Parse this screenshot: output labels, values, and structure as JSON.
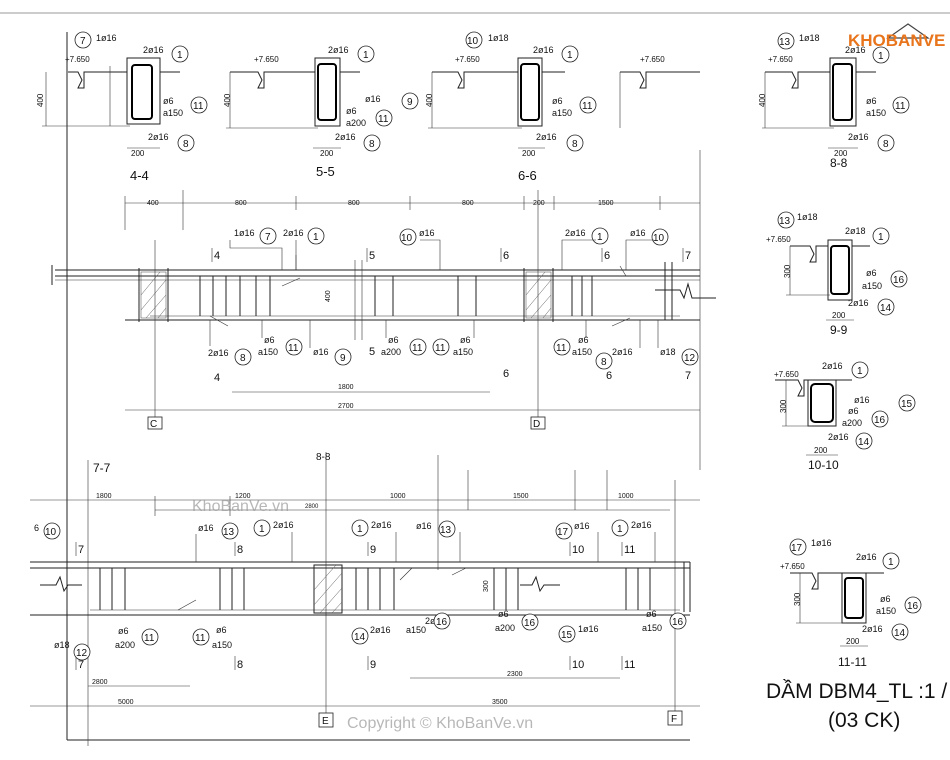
{
  "brand": {
    "name": "KHOBANVE",
    "watermark_mid": "KhoBanVe.vn",
    "copyright": "Copyright © KhoBanVe.vn",
    "accent": "#e8741c",
    "accent2": "#333333"
  },
  "title": {
    "line1": "DẦM DBM4_TL :1 /",
    "line2": "(03  CK)"
  },
  "sections": {
    "s44": {
      "label": "4-4",
      "bar_top": "1ø16",
      "bar_top_id": "7",
      "bar_a": "2ø16",
      "bar_a_id": "1",
      "stirrup": "ø6",
      "spacing": "a150",
      "stirrup_id": "11",
      "bar_b": "2ø16",
      "bar_b_id": "8",
      "dim_h": "400",
      "dim_w": "200",
      "level": "+7.650"
    },
    "s55": {
      "label": "5-5",
      "bar_a": "2ø16",
      "bar_a_id": "1",
      "bar_mid": "ø16",
      "bar_mid_id": "9",
      "stirrup": "ø6",
      "spacing": "a200",
      "stirrup_id": "11",
      "bar_b": "2ø16",
      "bar_b_id": "8",
      "dim_h": "400",
      "dim_w": "200",
      "level": "+7.650"
    },
    "s66": {
      "label": "6-6",
      "bar_top": "1ø18",
      "bar_top_id": "10",
      "bar_a": "2ø16",
      "bar_a_id": "1",
      "stirrup": "ø6",
      "spacing": "a150",
      "stirrup_id": "11",
      "bar_b": "2ø16",
      "bar_b_id": "8",
      "dim_h": "400",
      "dim_w": "200",
      "level": "+7.650"
    },
    "s77": {
      "level": "+7.650"
    },
    "s88": {
      "label": "8-8",
      "bar_top": "1ø18",
      "bar_top_id": "13",
      "bar_a": "2ø16",
      "bar_a_id": "1",
      "stirrup": "ø6",
      "spacing": "a150",
      "stirrup_id": "11",
      "bar_b": "2ø16",
      "bar_b_id": "8",
      "dim_h": "400",
      "dim_w": "200",
      "level": "+7.650"
    },
    "s99": {
      "label": "9-9",
      "bar_top": "1ø18",
      "bar_top_id": "13",
      "bar_a": "2ø18",
      "bar_a_id": "1",
      "stirrup": "ø6",
      "spacing": "a150",
      "stirrup_id": "16",
      "bar_b": "2ø16",
      "bar_b_id": "14",
      "dim_h": "300",
      "dim_w": "200",
      "level": "+7.650"
    },
    "s1010": {
      "label": "10-10",
      "bar_a": "2ø16",
      "bar_a_id": "1",
      "bar_mid": "ø16",
      "bar_mid_id": "15",
      "stirrup": "ø6",
      "spacing": "a200",
      "stirrup_id": "16",
      "bar_b": "2ø16",
      "bar_b_id": "14",
      "dim_h": "300",
      "dim_w": "200",
      "level": "+7.650"
    },
    "s1111": {
      "label": "11-11",
      "bar_top": "1ø16",
      "bar_top_id": "17",
      "bar_a": "2ø16",
      "bar_a_id": "1",
      "stirrup": "ø6",
      "spacing": "a150",
      "stirrup_id": "16",
      "bar_b": "2ø16",
      "bar_b_id": "14",
      "dim_h": "300",
      "dim_w": "200",
      "level": "+7.650"
    }
  },
  "upper_beam": {
    "dims_top": [
      "400",
      "800",
      "800",
      "800",
      "200",
      "1500"
    ],
    "dim_h": "400",
    "dim_1800": "1800",
    "dim_2700": "2700",
    "axis_left": "C",
    "axis_right": "D",
    "cut_labels": [
      "4",
      "5",
      "6",
      "6",
      "7",
      "4",
      "5",
      "6",
      "6",
      "7"
    ],
    "callouts_top": [
      {
        "txt": "1ø16",
        "id": "7"
      },
      {
        "txt": "2ø16",
        "id": "1"
      },
      {
        "txt": "ø16",
        "id": "10"
      },
      {
        "txt": "2ø16",
        "id": "1"
      },
      {
        "txt": "ø16",
        "id": "10"
      }
    ],
    "callouts_bottom": [
      {
        "txt": "2ø16",
        "id": "8"
      },
      {
        "txt": "ø6",
        "sp": "a150",
        "id": "11"
      },
      {
        "txt": "ø16",
        "id": "9"
      },
      {
        "txt": "ø6",
        "sp": "a200",
        "id": "11"
      },
      {
        "txt": "ø6",
        "sp": "a150",
        "id": "11"
      },
      {
        "txt": "ø6",
        "sp": "a150",
        "id": "11"
      },
      {
        "txt": "2ø16",
        "id": "8"
      },
      {
        "txt": "ø18",
        "id": "12"
      }
    ]
  },
  "lower_beam": {
    "section_label": "7-7",
    "section_label2": "8-8",
    "dims_top": [
      "1800",
      "1200",
      "1000",
      "1500",
      "1000"
    ],
    "dim_2800a": "2800",
    "dim_2800b": "2800",
    "dim_h": "300",
    "dim_2300": "2300",
    "dim_5000": "5000",
    "dim_3500": "3500",
    "axis_left": "E",
    "axis_right": "F",
    "cut_labels": [
      "7",
      "8",
      "9",
      "10",
      "11",
      "7",
      "8",
      "9",
      "10",
      "11"
    ],
    "callouts_top": [
      {
        "txt": "6",
        "id": "10"
      },
      {
        "txt": "ø16",
        "id": "13"
      },
      {
        "txt": "2ø16",
        "id": "1"
      },
      {
        "txt": "2ø16",
        "id": "1"
      },
      {
        "txt": "ø16",
        "id": "13"
      },
      {
        "txt": "ø16",
        "id": "17"
      },
      {
        "txt": "2ø16",
        "id": "1"
      }
    ],
    "callouts_bottom": [
      {
        "txt": "ø18",
        "id": "12"
      },
      {
        "txt": "ø6",
        "sp": "a200",
        "id": "11"
      },
      {
        "txt": "ø6",
        "sp": "a150",
        "id": "11"
      },
      {
        "txt": "2ø16",
        "sp": "a150",
        "id": "14"
      },
      {
        "txt": "ø6",
        "sp": "a200",
        "id": "16"
      },
      {
        "txt": "1ø16",
        "id": "15"
      },
      {
        "txt": "ø6",
        "sp": "a150",
        "id": "16"
      }
    ]
  }
}
